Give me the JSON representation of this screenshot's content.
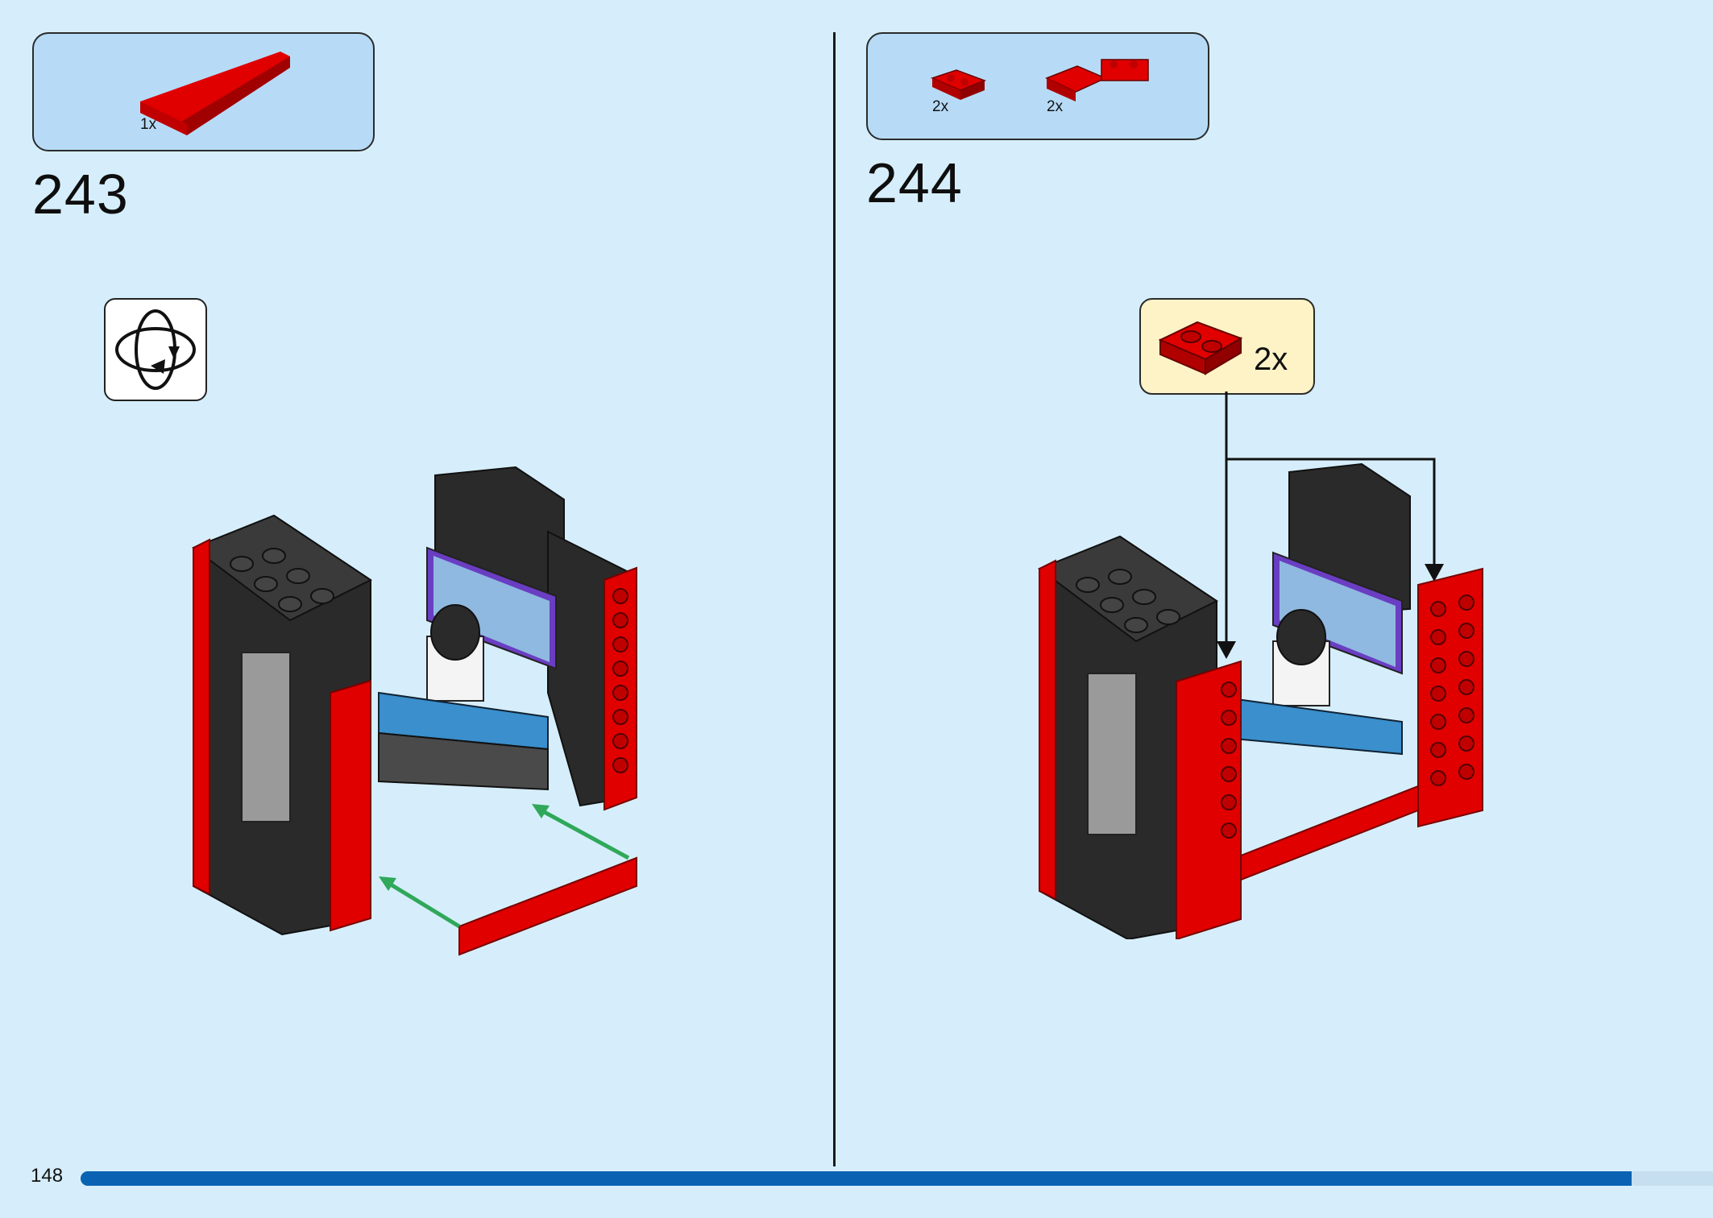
{
  "step_243": {
    "number": "243",
    "parts": [
      {
        "name": "red tile 1x8",
        "qty": "1x"
      }
    ],
    "rotate_icon": "rotate-model-icon"
  },
  "step_244": {
    "number": "244",
    "parts": [
      {
        "name": "red plate 1x2",
        "qty": "2x"
      },
      {
        "name": "red plate 1x2 hinge",
        "qty": "2x"
      }
    ],
    "callout": {
      "part": "red plate 1x2",
      "qty": "2x"
    }
  },
  "footer": {
    "page_number": "148",
    "progress": 0.95
  },
  "colors": {
    "background": "#d6eefb",
    "parts_box": "#b7dbf6",
    "callout": "#fdf3c6",
    "progress": "#0a63b2",
    "brick_red": "#e00000",
    "brick_black": "#2a2a2a"
  }
}
